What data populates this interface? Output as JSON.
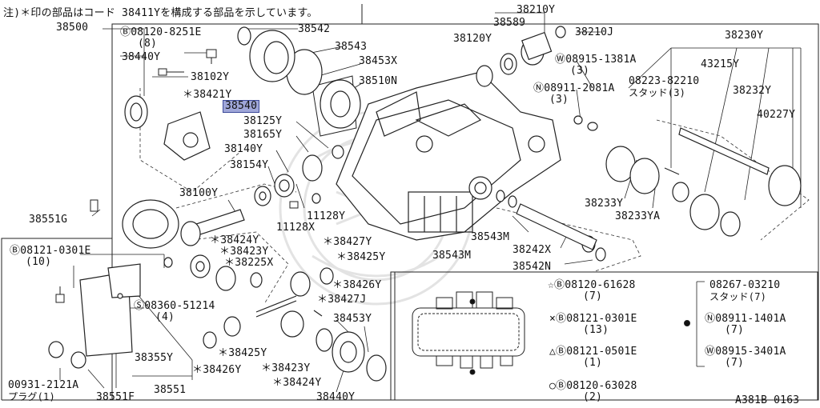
{
  "note": "注)＊印の部品はコード 38411Yを構成する部品を示しています。",
  "figure_code": "A381B 0163",
  "parts": {
    "p38500": "38500",
    "p08120_8251E": "Ⓑ08120-8251E",
    "p38440Y": "38440Y",
    "p38102Y": "38102Y",
    "p38421Y": "＊38421Y",
    "p38540": "38540",
    "p38542": "38542",
    "p38543": "38543",
    "p38453X": "38453X",
    "p38510N": "38510N",
    "p38125Y": "38125Y",
    "p38165Y": "38165Y",
    "p38140Y": "38140Y",
    "p38154Y": "38154Y",
    "p38100Y": "38100Y",
    "p38551G": "38551G",
    "p11128Y": "11128Y",
    "p11128X": "11128X",
    "p38210Y": "38210Y",
    "p38589": "38589",
    "p38120Y": "38120Y",
    "p38210J": "38210J",
    "pW08915_1381A": "Ⓦ08915-1381A",
    "pN08911_2081A": "Ⓝ08911-2081A",
    "p08223_82210": "08223-82210",
    "p38230Y": "38230Y",
    "p43215Y": "43215Y",
    "p38232Y": "38232Y",
    "p40227Y": "40227Y",
    "p38233Y": "38233Y",
    "p38233YA": "38233YA",
    "p38543M": "38543M",
    "p38242X": "38242X",
    "p38542N": "38542N",
    "s38424Y": "＊38424Y",
    "s38423Y": "＊38423Y",
    "s38225X": "＊38225X",
    "s38427Y": "＊38427Y",
    "s38425Y": "＊38425Y",
    "s38426Y": "＊38426Y",
    "s38427J": "＊38427J",
    "p38453Y": "38453Y",
    "p08121_0301E": "Ⓑ08121-0301E",
    "pS08360_51214": "Ⓢ08360-51214",
    "p38355Y": "38355Y",
    "p00931_2121A": "00931-2121A",
    "p38551F": "38551F",
    "p38551": "38551",
    "p08267_03210": "08267-03210",
    "pN08911_1401A": "Ⓝ08911-1401A",
    "pW08915_3401A": "Ⓦ08915-3401A"
  },
  "qty": {
    "q1": "(1)",
    "q2": "(2)",
    "q3": "(3)",
    "q4": "(4)",
    "q7": "(7)",
    "q8": "(8)",
    "q10": "(10)",
    "q13": "(13)"
  },
  "notes": {
    "stud3": "スタッド(3)",
    "stud7": "スタッド(7)",
    "plug1": "プラグ(1)"
  },
  "legend": {
    "star": "☆Ⓑ08120-61628",
    "cross": "×Ⓑ08121-0301E",
    "triangle": "△Ⓑ08121-0501E",
    "circle": "○Ⓑ08120-63028"
  }
}
